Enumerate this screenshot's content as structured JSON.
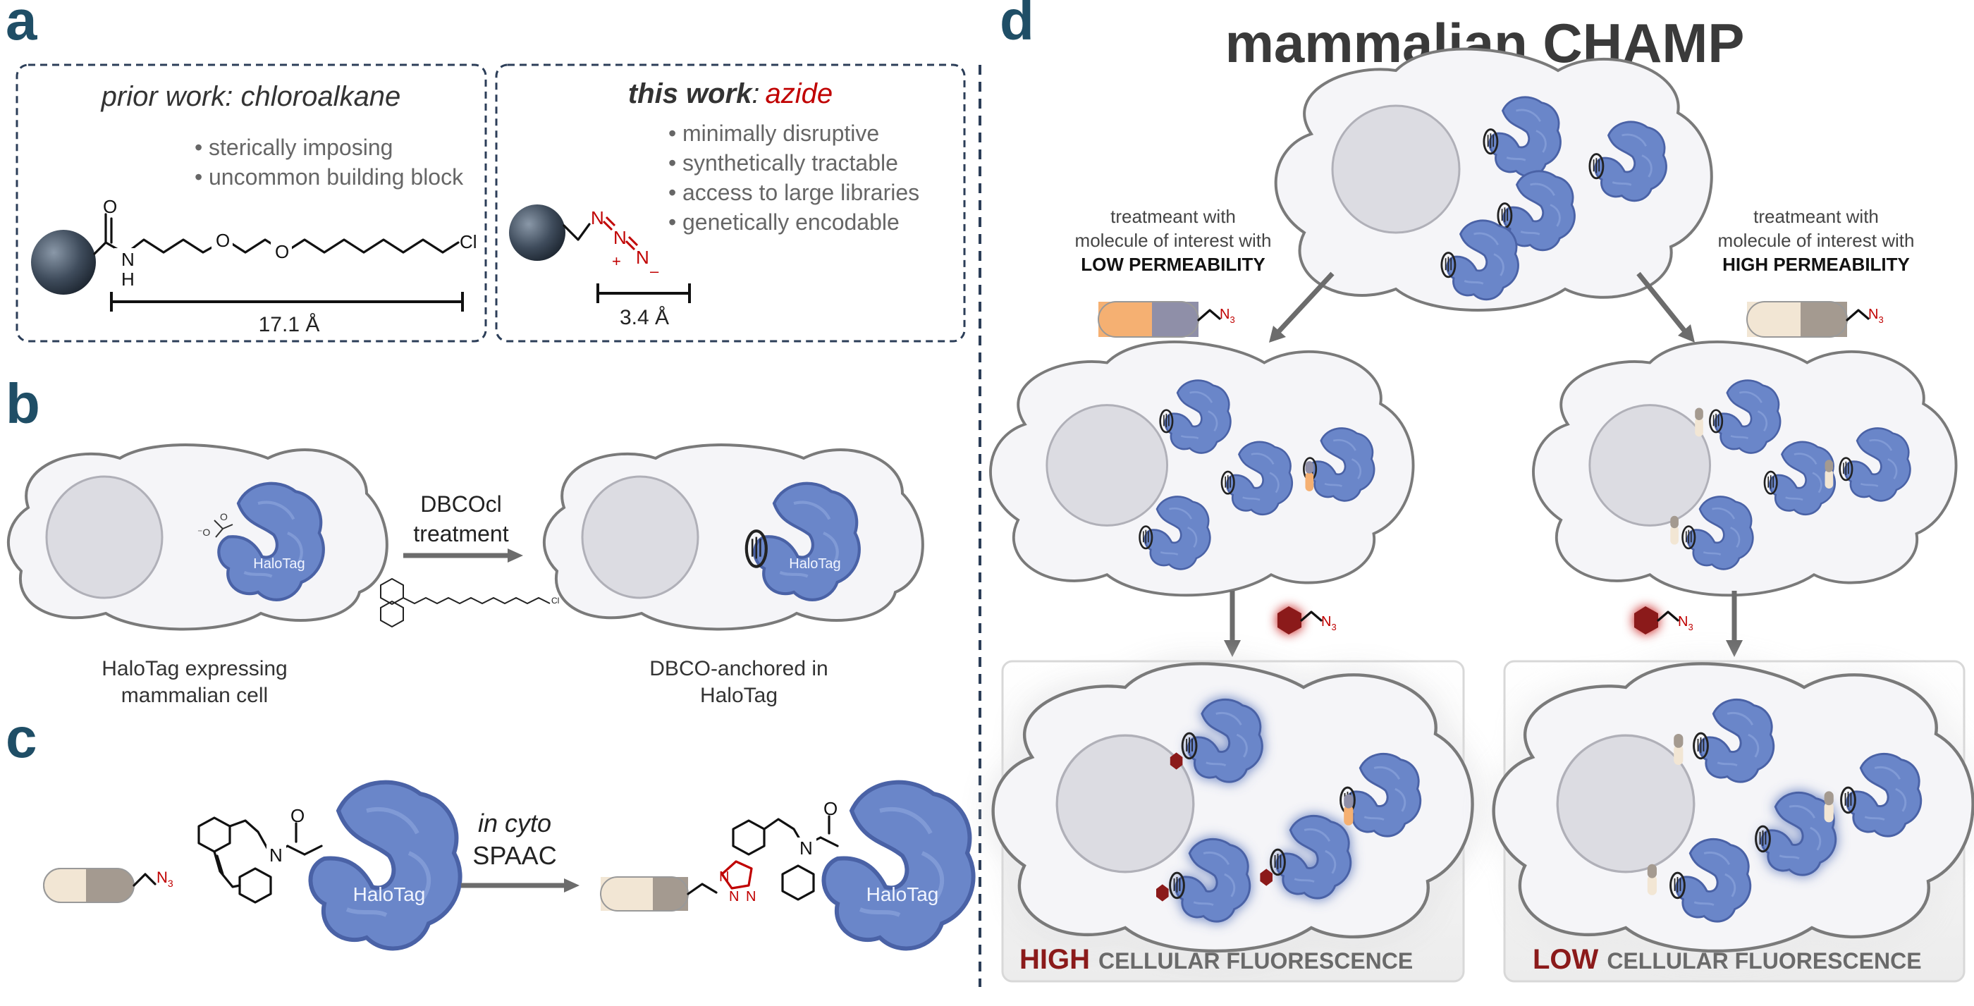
{
  "panel_a": {
    "letter": "a",
    "prior_title": "prior work: chloroalkane",
    "prior_bullets": [
      "sterically imposing",
      "uncommon building block"
    ],
    "prior_atoms": {
      "o": "O",
      "n": "N",
      "h": "H",
      "cl": "Cl"
    },
    "prior_length": "17.1 Å",
    "this_title_bold": "this work",
    "this_title_colon": ":",
    "this_title_red": "azide",
    "this_bullets": [
      "minimally disruptive",
      "synthetically tractable",
      "access to large libraries",
      "genetically encodable"
    ],
    "azide_atom": "N",
    "azide_plus": "+",
    "azide_minus": "–",
    "this_length": "3.4 Å"
  },
  "panel_b": {
    "letter": "b",
    "halotag_label": "HaloTag",
    "arrow_line1": "DBCOcl",
    "arrow_line2": "treatment",
    "left_caption_line1": "HaloTag expressing",
    "left_caption_line2": "mammalian cell",
    "right_caption_line1": "DBCO-anchored in",
    "right_caption_line2": "HaloTag"
  },
  "panel_c": {
    "letter": "c",
    "azide_label": "N",
    "azide_sub": "3",
    "halotag_label": "HaloTag",
    "arrow_line1": "in cyto",
    "arrow_line2": "SPAAC",
    "atoms": {
      "o": "O",
      "n": "N"
    }
  },
  "panel_d": {
    "letter": "d",
    "title": "mammalian CHAMP",
    "left_treatment_line1": "treatmeant with",
    "left_treatment_line2": "molecule of interest with",
    "left_treatment_line3": "LOW PERMEABILITY",
    "right_treatment_line1": "treatmeant with",
    "right_treatment_line2": "molecule of interest with",
    "right_treatment_line3": "HIGH PERMEABILITY",
    "azide_label": "N",
    "azide_sub": "3",
    "left_result_bold": "HIGH",
    "left_result_rest": "CELLULAR FLUORESCENCE",
    "right_result_bold": "LOW",
    "right_result_rest": "CELLULAR FLUORESCENCE"
  },
  "colors": {
    "panel_letter": "#1f4e66",
    "dashed_border": "#2c3e58",
    "red_accent": "#c00000",
    "result_red": "#8b1a1a",
    "protein_blue": "#6a86c9",
    "capsule_orange": "#f5b072",
    "capsule_purple": "#8f8fa8",
    "capsule_cream": "#f2e6d4",
    "capsule_taupe": "#a49a90",
    "fluorophore": "#8b1a1a"
  }
}
